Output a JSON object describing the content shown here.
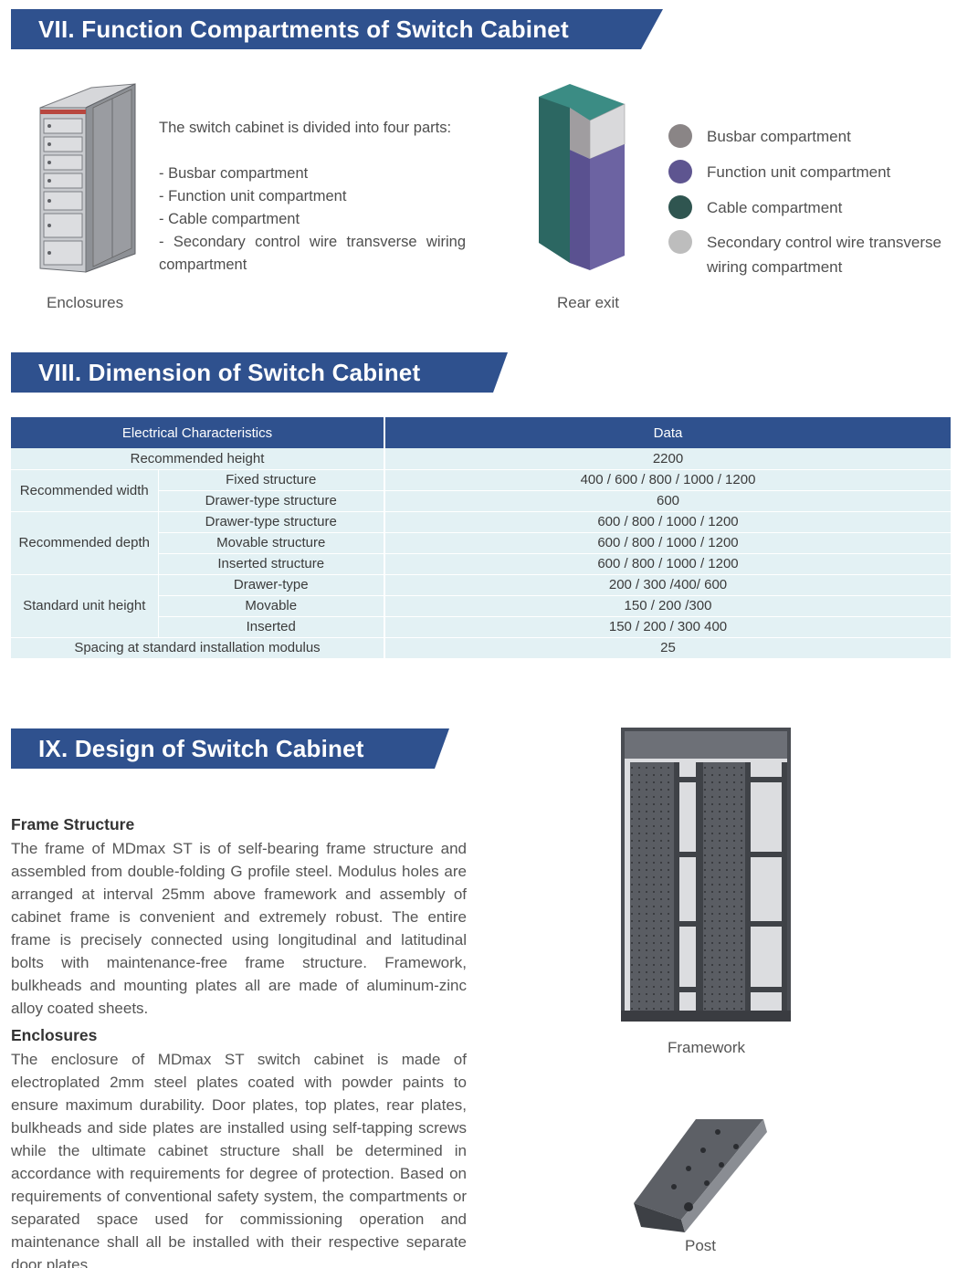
{
  "section7": {
    "title": "VII. Function Compartments of Switch Cabinet",
    "intro": "The switch cabinet is divided into four parts:",
    "parts": [
      "- Busbar compartment",
      "- Function unit compartment",
      "- Cable compartment",
      "- Secondary control wire transverse wiring compartment"
    ],
    "caption_left": "Enclosures",
    "caption_right": "Rear exit",
    "legend": [
      {
        "label": "Busbar compartment",
        "color": "#8a8586"
      },
      {
        "label": "Function unit compartment",
        "color": "#5e5590"
      },
      {
        "label": "Cable compartment",
        "color": "#2f5550"
      },
      {
        "label": "Secondary control wire transverse wiring compartment",
        "color": "#bdbdbd"
      }
    ]
  },
  "section8": {
    "title": "VIII. Dimension of Switch Cabinet",
    "table": {
      "headers": [
        "Electrical Characteristics",
        "Data"
      ],
      "rows": {
        "height_label": "Recommended height",
        "height_value": "2200",
        "width_label": "Recommended width",
        "width_fixed": "Fixed structure",
        "width_fixed_value": "400 / 600 / 800 / 1000 / 1200",
        "width_drawer": "Drawer-type structure",
        "width_drawer_value": "600",
        "depth_label": "Recommended depth",
        "depth_drawer": "Drawer-type structure",
        "depth_drawer_value": "600 / 800 / 1000 / 1200",
        "depth_movable": "Movable structure",
        "depth_movable_value": "600 / 800 / 1000 / 1200",
        "depth_inserted": "Inserted structure",
        "depth_inserted_value": "600 / 800 / 1000 / 1200",
        "unit_label": "Standard unit height",
        "unit_drawer": "Drawer-type",
        "unit_drawer_value": "200 / 300 /400/ 600",
        "unit_movable": "Movable",
        "unit_movable_value": "150 / 200 /300",
        "unit_inserted": "Inserted",
        "unit_inserted_value": "150 / 200 / 300 400",
        "spacing_label": "Spacing at standard installation modulus",
        "spacing_value": "25"
      }
    }
  },
  "section9": {
    "title": "IX. Design of Switch Cabinet",
    "frame_heading": "Frame Structure",
    "frame_text": "The frame of MDmax ST is of self-bearing frame structure and assembled from double-folding G profile steel. Modulus holes are arranged at interval 25mm above framework and assembly of cabinet frame is convenient and extremely robust. The entire frame is precisely connected using longitudinal and latitudinal bolts with maintenance-free frame structure. Framework, bulkheads and mounting plates all are made of aluminum-zinc alloy coated sheets.",
    "enclosure_heading": "Enclosures",
    "enclosure_text": "The enclosure of MDmax ST switch cabinet is made of electroplated 2mm steel plates coated with powder paints to ensure maximum durability. Door plates, top plates, rear plates, bulkheads and side plates are installed using self-tapping screws while the ultimate cabinet structure shall be determined in accordance with requirements for degree of protection. Based on requirements of conventional safety system, the compartments or separated space used for commissioning operation and maintenance shall all be installed with their respective separate door plates.",
    "caption_framework": "Framework",
    "caption_post": "Post"
  },
  "colors": {
    "banner": "#2f518e",
    "table_header": "#2f518e",
    "table_row": "#e3f1f4"
  }
}
